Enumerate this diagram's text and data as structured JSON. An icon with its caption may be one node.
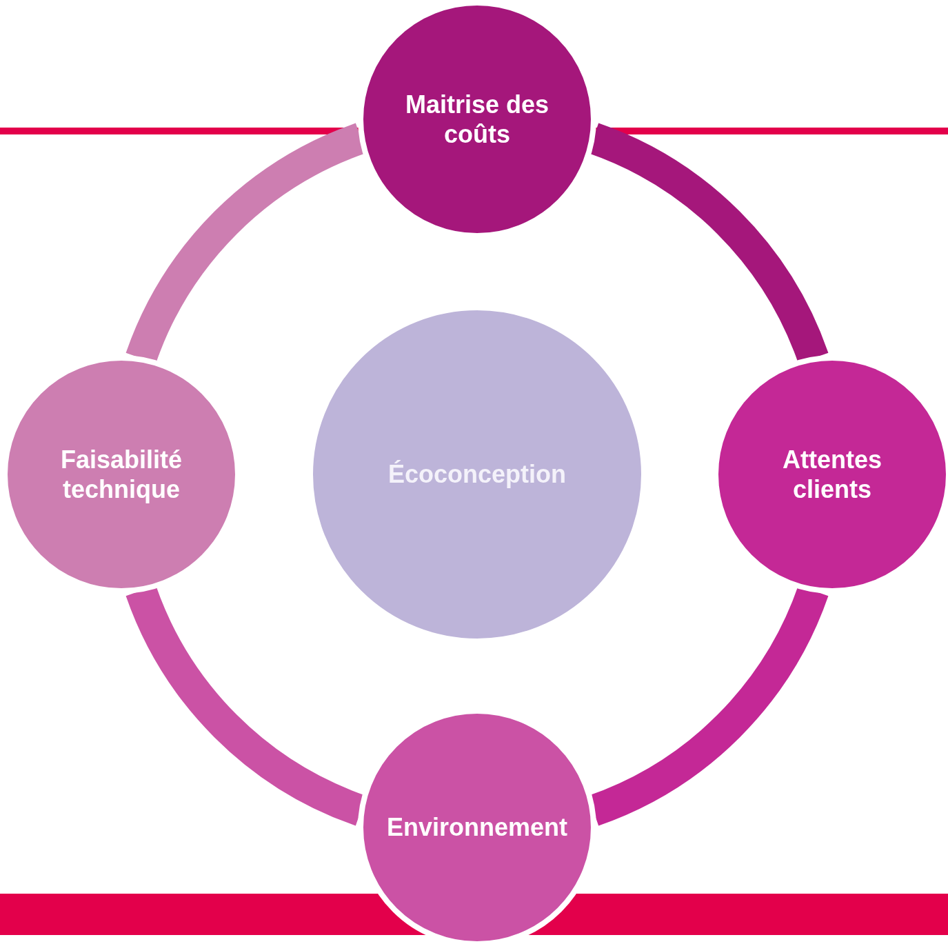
{
  "diagram": {
    "nodes": [
      {
        "text": [
          "Maitrise des coûts"
        ]
      },
      {
        "text": [
          "Attentes clients"
        ]
      },
      {
        "text": [
          "Environnement"
        ]
      },
      {
        "text": [
          "Faisabilité technique"
        ]
      },
      {
        "text": [
          "Écoconception"
        ]
      }
    ],
    "edges": [
      {
        "from": 0,
        "to": 1,
        "arrow": "none",
        "color": "#a5177b"
      },
      {
        "from": 1,
        "to": 2,
        "arrow": "none",
        "color": "#c42896"
      },
      {
        "from": 2,
        "to": 3,
        "arrow": "none",
        "color": "#cb52a5"
      },
      {
        "from": 3,
        "to": 0,
        "arrow": "none",
        "color": "#cd7eb1"
      }
    ]
  }
}
